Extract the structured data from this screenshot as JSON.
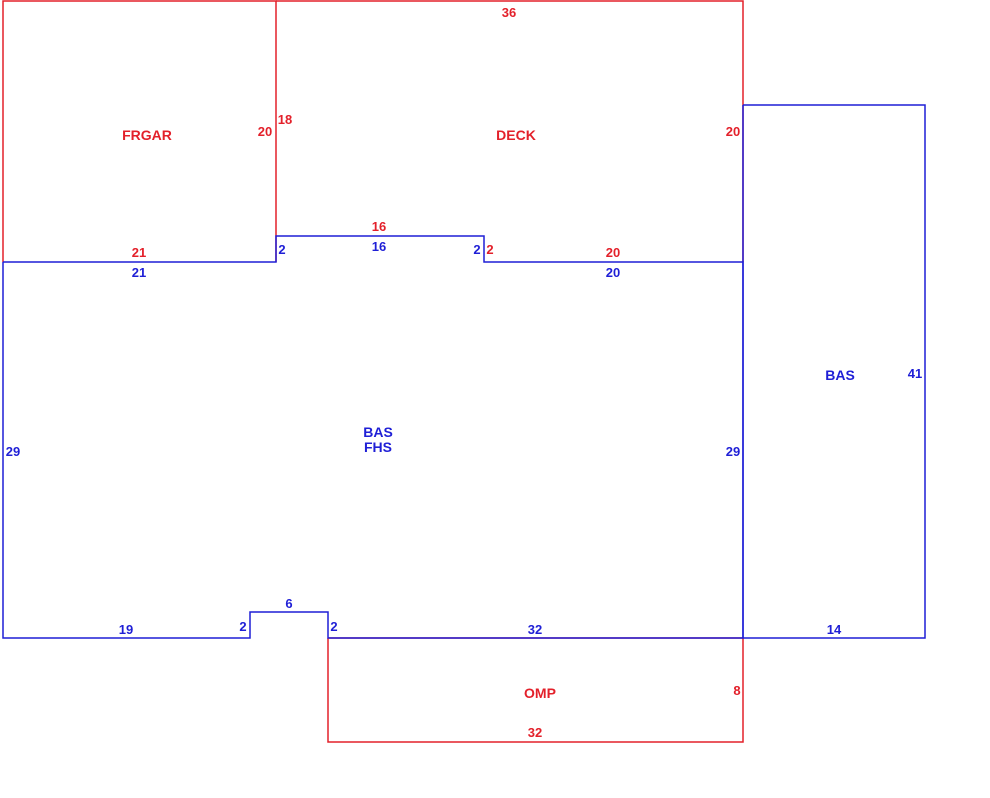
{
  "colors": {
    "red": "#e3202a",
    "blue": "#1f1fd6"
  },
  "areas": {
    "frgar": "FRGAR",
    "deck": "DECK",
    "bas_main_1": "BAS",
    "bas_main_2": "FHS",
    "bas_right": "BAS",
    "omp": "OMP"
  },
  "dimensions": {
    "deck_top": "36",
    "frgar_right": "20",
    "deck_left": "18",
    "deck_right": "20",
    "frgar_bottom": "21",
    "deck_notch_top": "16",
    "deck_notch_right": "2",
    "deck_bottom_right": "20",
    "bas_notch_left": "2",
    "bas_notch_top": "16",
    "bas_notch_right": "2",
    "bas_top_left": "21",
    "bas_top_right": "20",
    "bas_left": "29",
    "bas_right_inner": "29",
    "bas_right_height": "41",
    "bas_bottom_left": "19",
    "bas_bottom_notch_left": "2",
    "bas_bottom_notch_top": "6",
    "bas_bottom_notch_right": "2",
    "bas_bottom_right": "32",
    "bas_right_bottom": "14",
    "omp_right": "8",
    "omp_bottom": "32"
  }
}
